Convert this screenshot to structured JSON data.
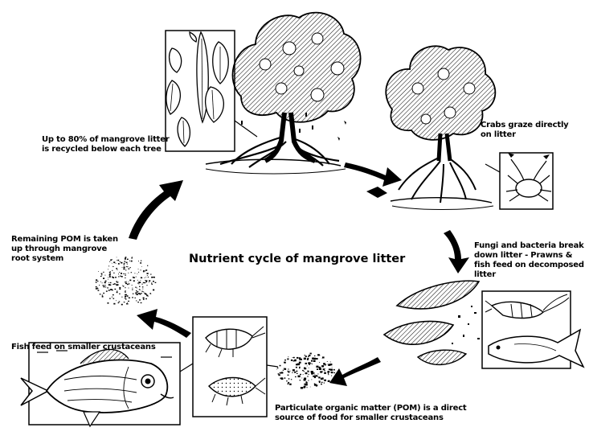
{
  "title": "Nutrient cycle of mangrove litter",
  "steps": [
    {
      "id": "recycled",
      "text": "Up to 80% of mangrove litter\nis recycled below each tree"
    },
    {
      "id": "crabs",
      "text": "Crabs graze directly\non litter"
    },
    {
      "id": "fungi",
      "text": "Fungi and bacteria break\ndown litter - Prawns &\nfish feed on decomposed\nlitter"
    },
    {
      "id": "pom",
      "text": "Particulate organic matter (POM) is a direct\nsource of food for smaller crustaceans"
    },
    {
      "id": "fish",
      "text": "Fish feed on smaller crustaceans"
    },
    {
      "id": "root",
      "text": "Remaining POM is taken\nup through mangrove\nroot system"
    }
  ],
  "icons": [
    "mangrove-tree-icon",
    "leaf-litter-icon",
    "crab-icon",
    "prawn-icon",
    "decomposing-leaf-icon",
    "fish-icon",
    "crustacean-icon",
    "pom-particles-icon",
    "cycle-arrow-icon"
  ]
}
